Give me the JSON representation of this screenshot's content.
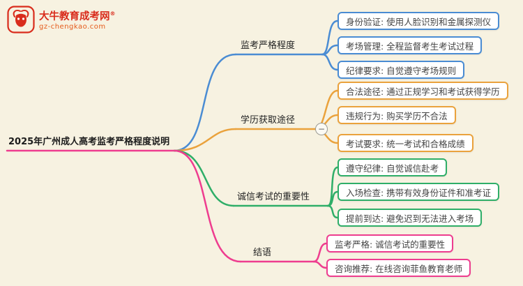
{
  "logo": {
    "title": "大牛教育成考网",
    "registered": "®",
    "subtitle": "gz-chengkao.com"
  },
  "root": {
    "label": "2025年广州成人高考监考严格程度说明",
    "color": "#ee3d8f"
  },
  "toggle": {
    "symbol": "−"
  },
  "background": "#f7f2e1",
  "branches": [
    {
      "label": "监考严格程度",
      "color": "#4a8cd3",
      "children": [
        "身份验证: 使用人脸识别和金属探测仪",
        "考场管理: 全程监督考生考试过程",
        "纪律要求: 自觉遵守考场规则"
      ]
    },
    {
      "label": "学历获取途径",
      "color": "#eaa23c",
      "children": [
        "合法途径: 通过正规学习和考试获得学历",
        "违规行为: 购买学历不合法",
        "考试要求: 统一考试和合格成绩"
      ]
    },
    {
      "label": "诚信考试的重要性",
      "color": "#2fae68",
      "children": [
        "遵守纪律: 自觉诚信赴考",
        "入场检查: 携带有效身份证件和准考证",
        "提前到达: 避免迟到无法进入考场"
      ]
    },
    {
      "label": "结语",
      "color": "#ee3d8f",
      "children": [
        "监考严格: 诚信考试的重要性",
        "咨询推荐: 在线咨询菲鱼教育老师"
      ]
    }
  ]
}
